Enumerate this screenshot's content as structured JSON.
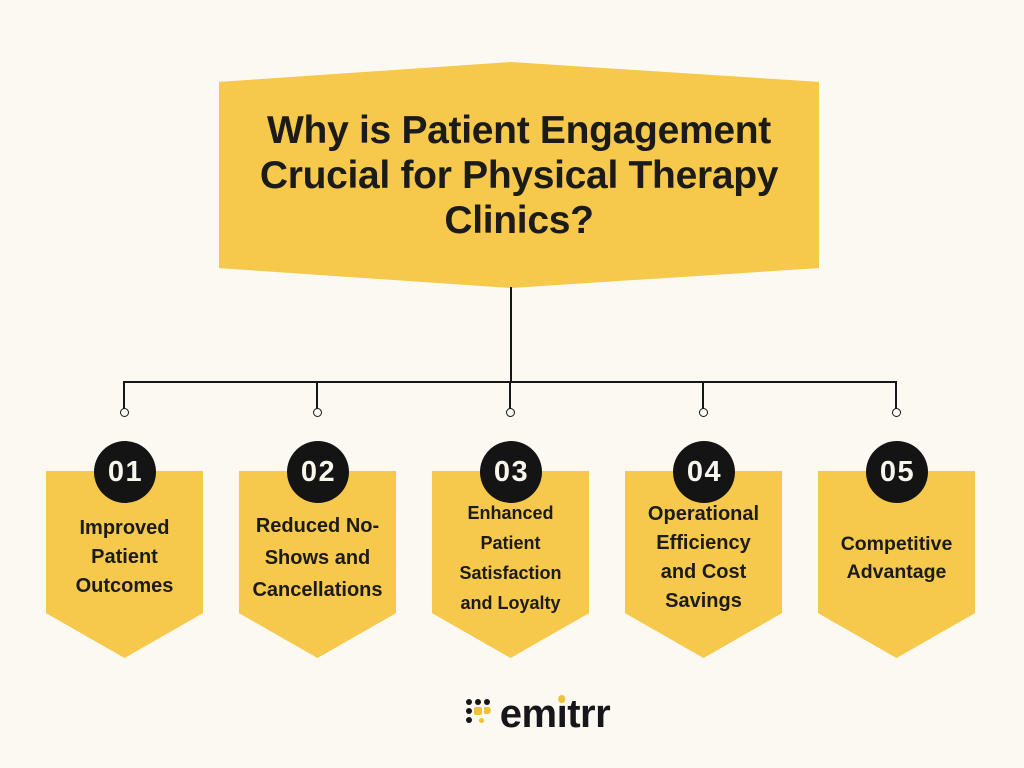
{
  "colors": {
    "background": "#FBF9F1",
    "accent_yellow": "#F6C84B",
    "ink": "#1B1B19",
    "badge_bg": "#141414",
    "badge_text": "#F8F5EC",
    "logo_yellow": "#EFC235"
  },
  "banner": {
    "title": "Why is Patient Engagement\nCrucial for Physical Therapy\nClinics?"
  },
  "items": [
    {
      "number": "01",
      "label": "Improved\nPatient\nOutcomes"
    },
    {
      "number": "02",
      "label": "Reduced No-\nShows and\nCancellations"
    },
    {
      "number": "03",
      "label": "Enhanced\nPatient\nSatisfaction\nand Loyalty"
    },
    {
      "number": "04",
      "label": "Operational\nEfficiency\nand Cost\nSavings"
    },
    {
      "number": "05",
      "label": "Competitive\nAdvantage"
    }
  ],
  "footer": {
    "brand": "emitrr",
    "brand_left": "em",
    "brand_i": "ı",
    "brand_right": "trr",
    "logo_icon": "dot-matrix"
  }
}
